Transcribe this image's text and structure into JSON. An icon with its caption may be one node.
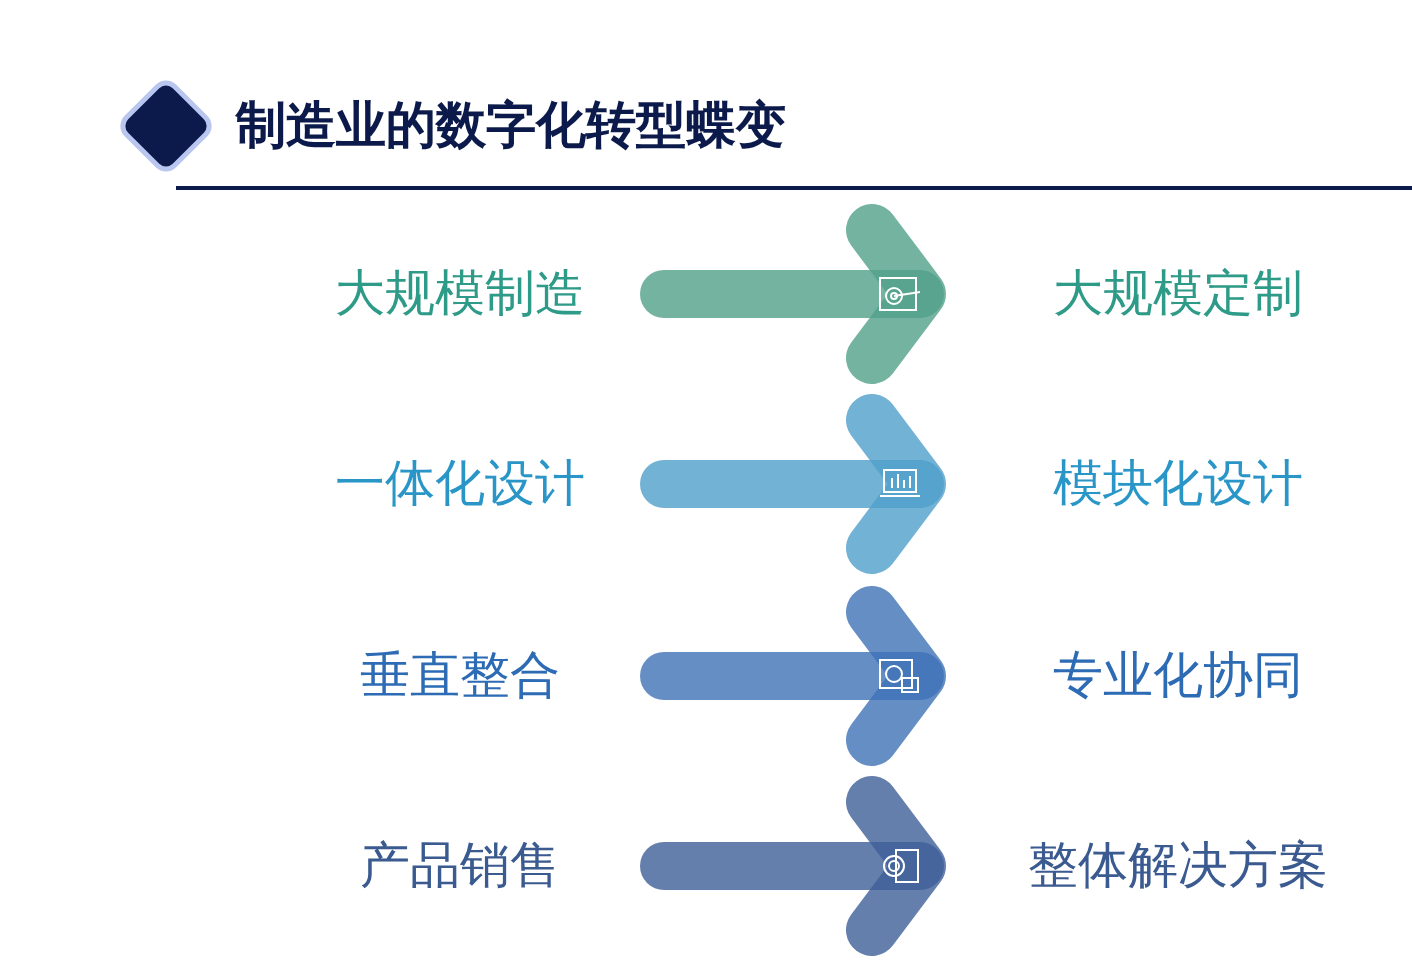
{
  "diagram": {
    "title": "制造业的数字化转型蝶变",
    "nodes": [
      {
        "text": [
          "大规模制造"
        ]
      },
      {
        "text": [
          "大规模定制"
        ]
      },
      {
        "text": [
          "一体化设计"
        ]
      },
      {
        "text": [
          "模块化设计"
        ]
      },
      {
        "text": [
          "垂直整合"
        ]
      },
      {
        "text": [
          "专业化协同"
        ]
      },
      {
        "text": [
          "产品销售"
        ]
      },
      {
        "text": [
          "整体解决方案"
        ]
      }
    ],
    "edges": [
      {
        "from": 0,
        "to": 1,
        "arrow": "to",
        "color": "#52a08a"
      },
      {
        "from": 2,
        "to": 3,
        "arrow": "to",
        "color": "#4f9fcb"
      },
      {
        "from": 4,
        "to": 5,
        "arrow": "to",
        "color": "#3f72b6"
      },
      {
        "from": 6,
        "to": 7,
        "arrow": "to",
        "color": "#3e5f98"
      }
    ]
  }
}
